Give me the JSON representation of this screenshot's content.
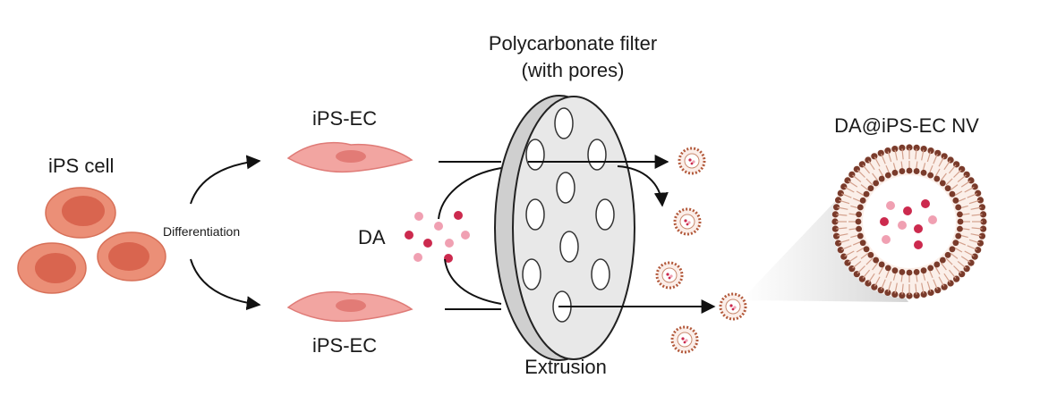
{
  "labels": {
    "ips_cell": "iPS cell",
    "differentiation": "Differentiation",
    "ips_ec_top": "iPS-EC",
    "ips_ec_bottom": "iPS-EC",
    "da": "DA",
    "filter_line1": "Polycarbonate filter",
    "filter_line2": "(with pores)",
    "extrusion": "Extrusion",
    "nanovesicle": "DA@iPS-EC NV"
  },
  "colors": {
    "cell_fill": "#eb8f77",
    "cell_nucleus": "#d9654f",
    "ec_fill": "#f2a5a1",
    "ec_nucleus": "#e27b76",
    "da_dark": "#cc2a4e",
    "da_light": "#f0a0b2",
    "filter_face": "#e6e6e6",
    "filter_rim": "#cfcfcf",
    "membrane": "#7a3b2b",
    "arrow": "#111111"
  },
  "icons": [
    "ips-cell-icon",
    "endothelial-cell-icon",
    "dopamine-molecule-icon",
    "filter-disc-icon",
    "pore-icon",
    "nanovesicle-icon",
    "arrow-icon"
  ]
}
